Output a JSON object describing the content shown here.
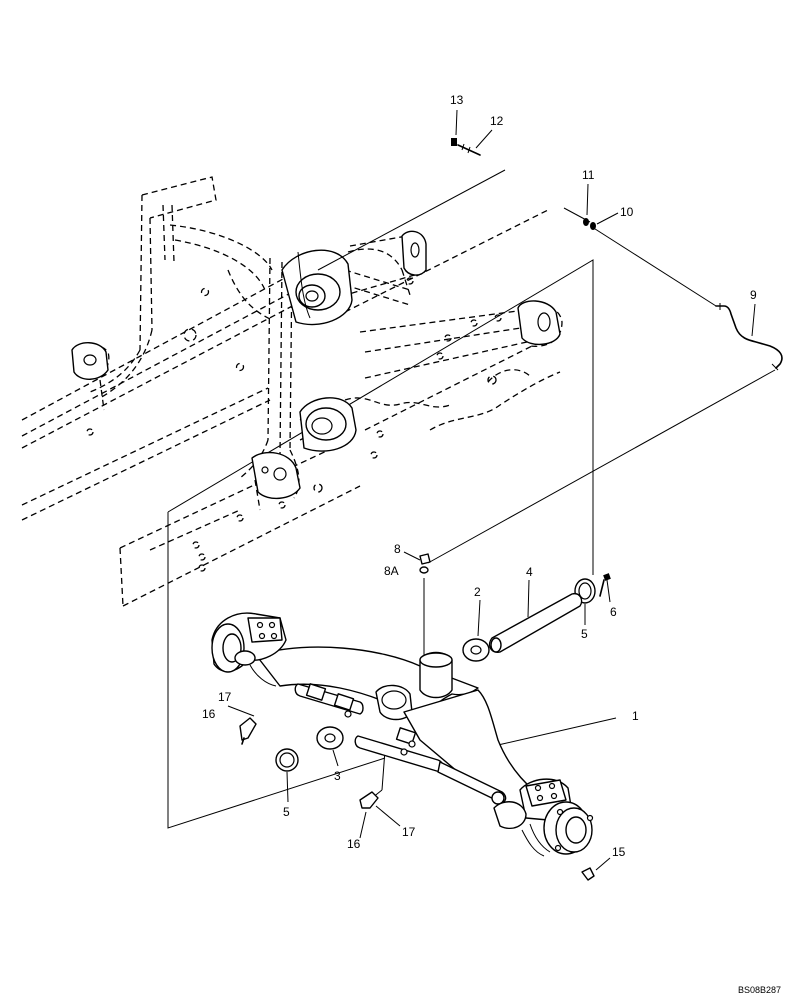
{
  "diagram": {
    "reference_code": "BS08B287",
    "callouts": [
      {
        "id": "c1",
        "text": "1"
      },
      {
        "id": "c2",
        "text": "2"
      },
      {
        "id": "c3",
        "text": "3"
      },
      {
        "id": "c4",
        "text": "4"
      },
      {
        "id": "c5a",
        "text": "5"
      },
      {
        "id": "c5b",
        "text": "5"
      },
      {
        "id": "c6",
        "text": "6"
      },
      {
        "id": "c8",
        "text": "8"
      },
      {
        "id": "c8a",
        "text": "8A"
      },
      {
        "id": "c9",
        "text": "9"
      },
      {
        "id": "c10",
        "text": "10"
      },
      {
        "id": "c11",
        "text": "11"
      },
      {
        "id": "c12",
        "text": "12"
      },
      {
        "id": "c13",
        "text": "13"
      },
      {
        "id": "c15",
        "text": "15"
      },
      {
        "id": "c16a",
        "text": "16"
      },
      {
        "id": "c16b",
        "text": "16"
      },
      {
        "id": "c17a",
        "text": "17"
      },
      {
        "id": "c17b",
        "text": "17"
      }
    ]
  }
}
